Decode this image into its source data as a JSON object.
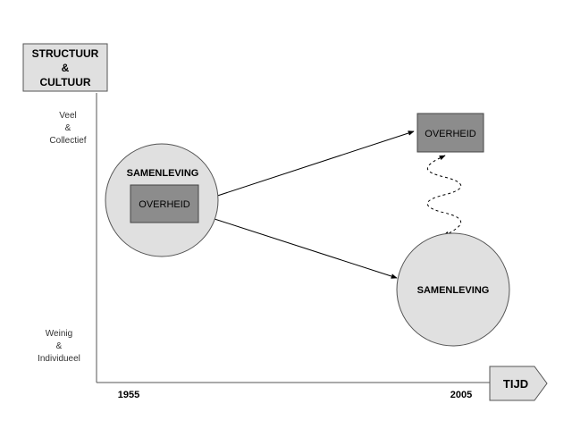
{
  "diagram": {
    "y_axis": {
      "title_lines": [
        "STRUCTUUR",
        "&",
        "CULTUUR"
      ],
      "top_label_lines": [
        "Veel",
        "&",
        "Collectief"
      ],
      "bottom_label_lines": [
        "Weinig",
        "&",
        "Individueel"
      ]
    },
    "x_axis": {
      "title": "TIJD",
      "start_label": "1955",
      "end_label": "2005"
    },
    "left_group": {
      "circle_label": "SAMENLEVING",
      "box_label": "OVERHEID"
    },
    "right_top_box": {
      "label": "OVERHEID"
    },
    "right_bottom_circle": {
      "label": "SAMENLEVING"
    },
    "colors": {
      "title_box_fill": "#e0e0e0",
      "circle_fill": "#e0e0e0",
      "government_box_fill": "#8c8c8c",
      "line": "#000000",
      "axis": "#555555"
    }
  }
}
